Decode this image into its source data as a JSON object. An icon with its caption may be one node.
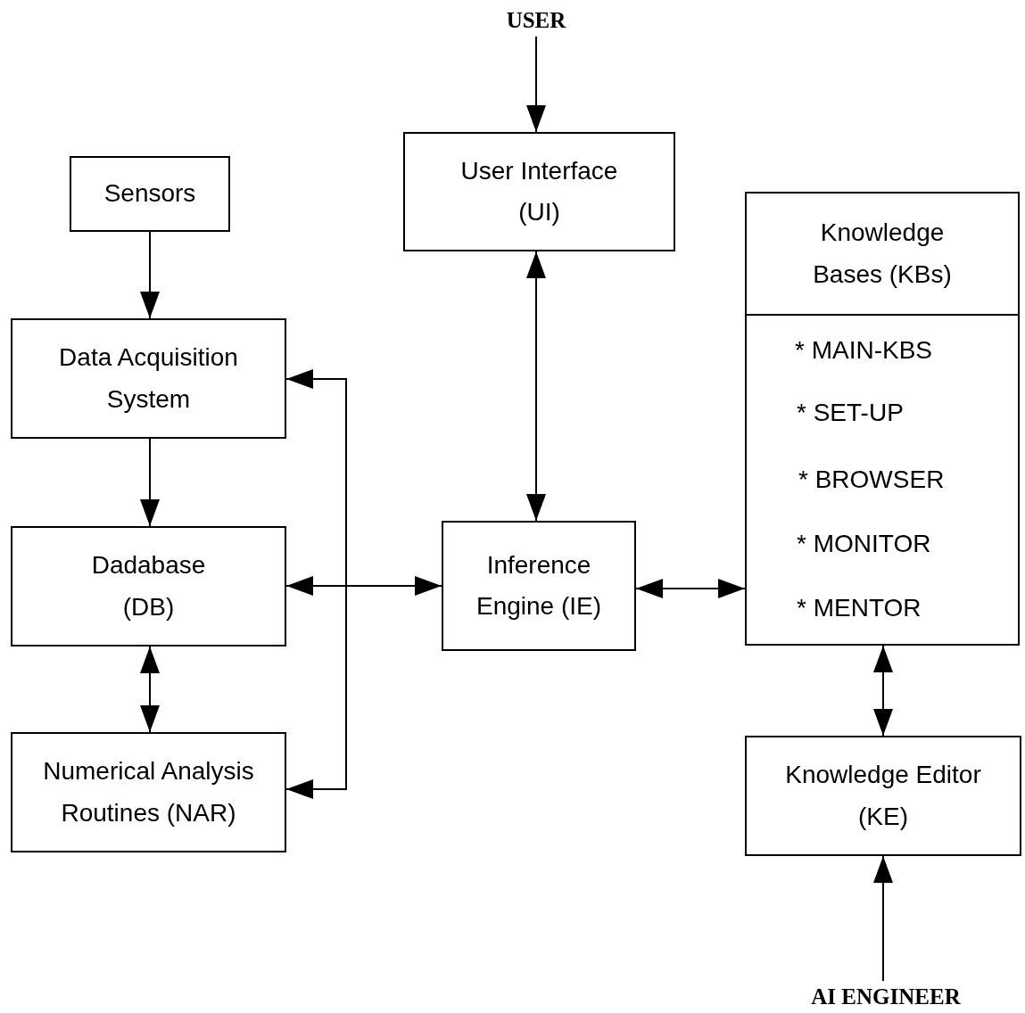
{
  "diagram": {
    "nodes": [
      {
        "text": [
          "USER"
        ]
      },
      {
        "text": [
          "User Interface (UI)"
        ]
      },
      {
        "text": [
          "Sensors"
        ]
      },
      {
        "text": [
          "Knowledge Bases (KBs)",
          "* MAIN-KBS",
          "* SET-UP",
          "* BROWSER",
          "* MONITOR",
          "* MENTOR"
        ]
      },
      {
        "text": [
          "Data Acquisition System"
        ]
      },
      {
        "text": [
          "Dadabase (DB)"
        ]
      },
      {
        "text": [
          "Inference Engine (IE)"
        ]
      },
      {
        "text": [
          "Numerical Analysis Routines (NAR)"
        ]
      },
      {
        "text": [
          "Knowledge Editor (KE)"
        ]
      },
      {
        "text": [
          "AI ENGINEER"
        ]
      }
    ],
    "edges": [
      {
        "from": 0,
        "to": 1,
        "arrow": "to"
      },
      {
        "from": 1,
        "to": 6,
        "arrow": "both"
      },
      {
        "from": 2,
        "to": 4,
        "arrow": "to"
      },
      {
        "from": 4,
        "to": 5,
        "arrow": "to"
      },
      {
        "from": 5,
        "to": 6,
        "arrow": "both"
      },
      {
        "from": 6,
        "to": 4,
        "arrow": "to"
      },
      {
        "from": 6,
        "to": 7,
        "arrow": "to"
      },
      {
        "from": 5,
        "to": 7,
        "arrow": "both"
      },
      {
        "from": 6,
        "to": 3,
        "arrow": "both"
      },
      {
        "from": 3,
        "to": 8,
        "arrow": "both"
      },
      {
        "from": 9,
        "to": 8,
        "arrow": "to"
      }
    ]
  }
}
